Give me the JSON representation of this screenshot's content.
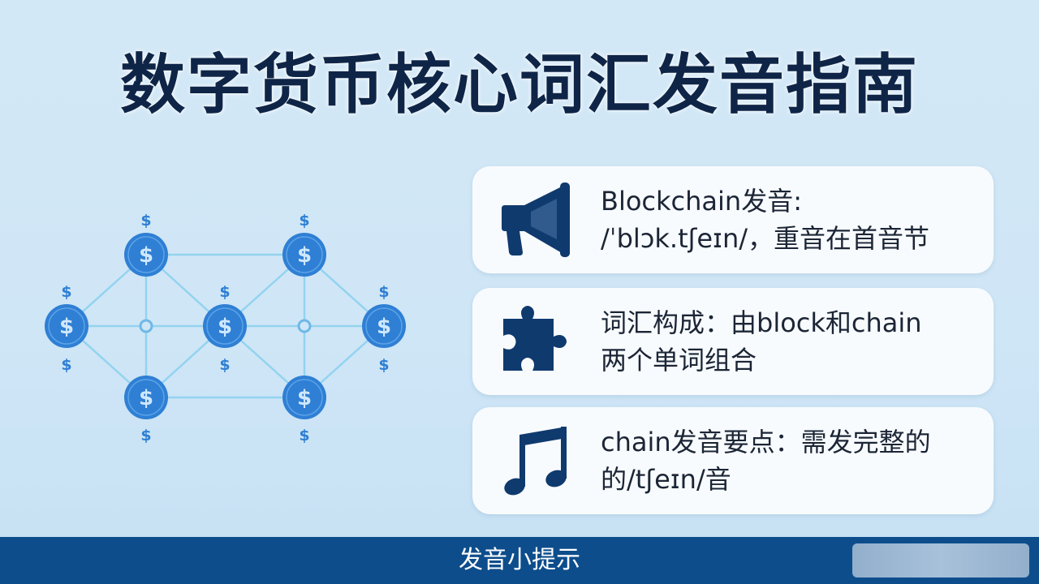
{
  "title": "数字货币核心词汇发音指南",
  "network": {
    "coin_symbol": "$"
  },
  "cards": [
    {
      "icon": "megaphone-icon",
      "line1": "Blockchain发音:",
      "line2": "/ˈblɔk.tʃeɪn/，重音在首音节"
    },
    {
      "icon": "puzzle-piece-icon",
      "line1": "词汇构成：由block和chain",
      "line2": "两个单词组合"
    },
    {
      "icon": "music-note-icon",
      "line1": "chain发音要点：需发完整的",
      "line2": "的/tʃeɪn/音"
    }
  ],
  "footer": {
    "label": "发音小提示"
  },
  "colors": {
    "title": "#0f2547",
    "coin": "#2f7fd4",
    "icon": "#0f3a6e",
    "bar": "#0d4d8c",
    "link": "#93d3f0"
  }
}
